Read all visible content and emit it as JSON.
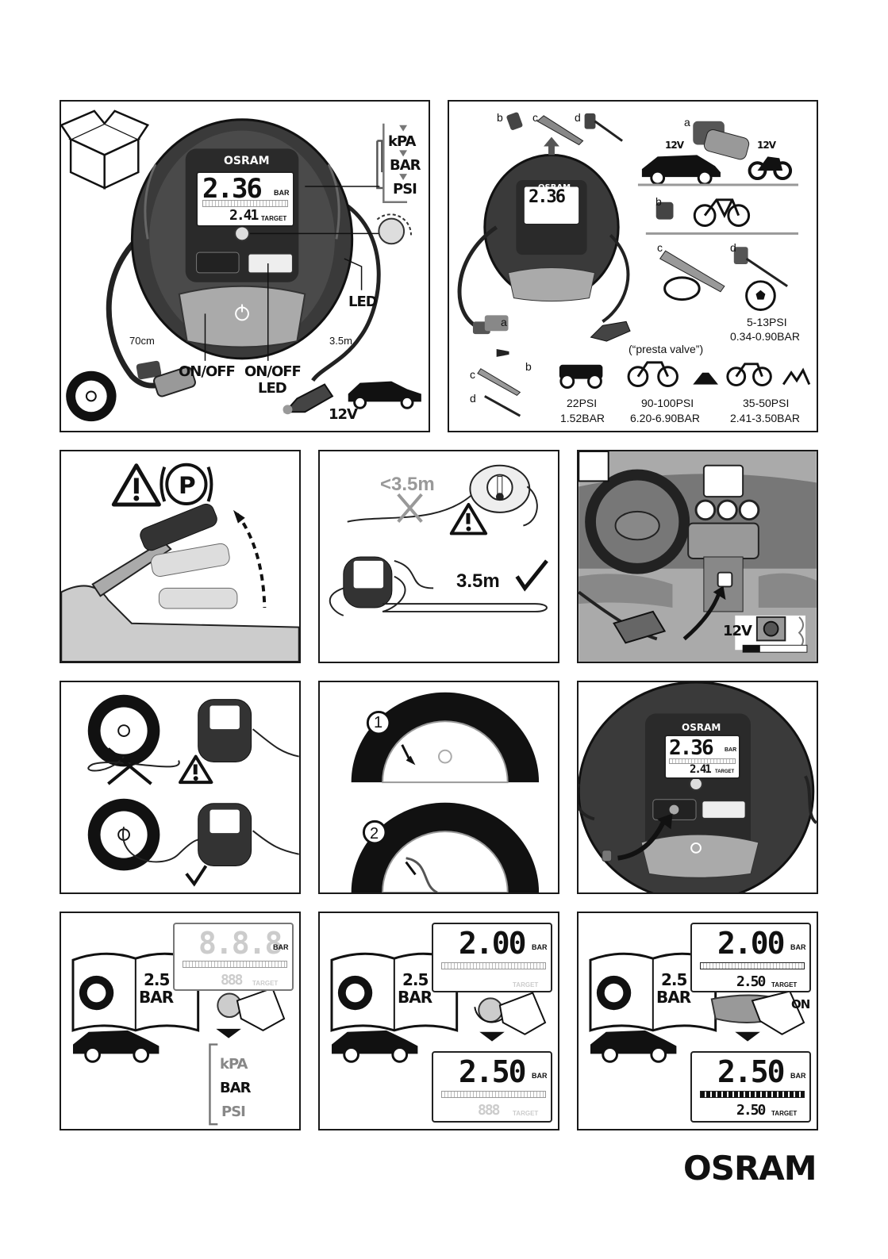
{
  "brand": {
    "logo_text": "OSRAM"
  },
  "overview": {
    "display_value": "2.36",
    "display_unit": "BAR",
    "target_value": "2.41",
    "target_label": "TARGET",
    "units": [
      "kPA",
      "BAR",
      "PSI"
    ],
    "cable_air": "70cm",
    "cable_power": "3.5m",
    "led_label": "LED",
    "on_off_label": "ON/OFF",
    "on_off_led_label_1": "ON/OFF",
    "on_off_led_label_2": "LED",
    "voltage": "12V"
  },
  "adapters": {
    "letters": {
      "a": "a",
      "b": "b",
      "c": "c",
      "d": "d"
    },
    "voltage_car": "12V",
    "voltage_moto": "12V",
    "presta_note": "(“presta valve”)",
    "ball": {
      "psi": "5-13PSI",
      "bar": "0.34-0.90BAR"
    },
    "mower": {
      "psi": "22PSI",
      "bar": "1.52BAR"
    },
    "road_bike": {
      "psi": "90-100PSI",
      "bar": "6.20-6.90BAR"
    },
    "mtb": {
      "psi": "35-50PSI",
      "bar": "2.41-3.50BAR"
    }
  },
  "cable_panel": {
    "too_short": "<3.5m",
    "ok_length": "3.5m"
  },
  "socket_panel": {
    "voltage": "12V"
  },
  "valve_panel": {
    "step1": "1",
    "step2": "2"
  },
  "display_panel": {
    "value": "2.36",
    "unit": "BAR",
    "target": "2.41",
    "target_label": "TARGET"
  },
  "setup": {
    "book_value": "2.5",
    "book_unit": "BAR",
    "ghost_value": "8.8.8",
    "ghost_target": "888",
    "units": [
      "kPA",
      "BAR",
      "PSI"
    ],
    "step2_top": "2.00",
    "step2_bottom": "2.50",
    "step3_top": "2.00",
    "step3_target": "2.50",
    "step3_bottom": "2.50",
    "step3_bottom_target": "2.50",
    "on_label": "ON",
    "unit": "BAR",
    "target_label": "TARGET"
  }
}
